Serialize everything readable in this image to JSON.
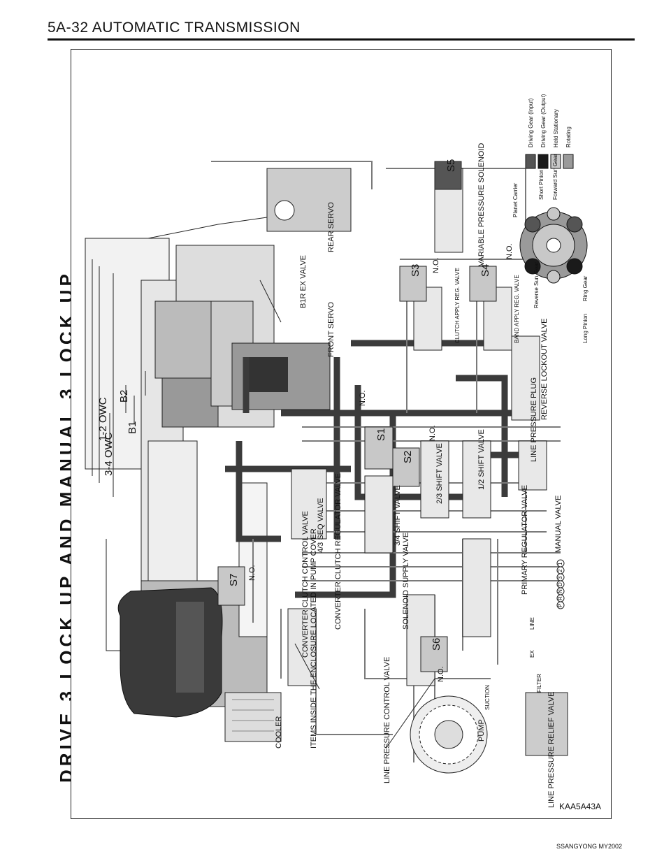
{
  "page": {
    "header": "5A-32  AUTOMATIC TRANSMISSION",
    "vertical_title": "DRIVE 3 LOCK UP AND MANUAL 3 LOCK UP",
    "figure_code": "KAA5A43A",
    "footer": "SSANGYONG MY2002"
  },
  "clutch_labels": {
    "owc34": "3-4 OWC",
    "b1": "B1",
    "owc12": "1-2 OWC",
    "b2": "B2"
  },
  "servos": {
    "rear": "REAR SERVO",
    "front": "FRONT SERVO",
    "b1r_ex": "B1R EX VALVE",
    "b1": "B1",
    "b2": "B2"
  },
  "solenoids": {
    "s1": "S1",
    "s2": "S2",
    "s3": "S3",
    "s4": "S4",
    "s5": "S5",
    "s6": "S6",
    "s7": "S7",
    "no": "N.O."
  },
  "valves": {
    "seq43": "4/3 SEQ VALVE",
    "shift34": "3/4 SHIFT VALVE",
    "shift23": "2/3 SHIFT VALVE",
    "shift12": "1/2 SHIFT VALVE",
    "clutch_apply_reg": "CLUTCH APPLY REG. VALVE",
    "band_apply_reg": "BAND APPLY REG. VALVE",
    "reverse_lockout": "REVERSE LOCKOUT VALVE",
    "variable_pressure": "VARIABLE PRESSURE SOLENOID",
    "line_pressure_plug": "LINE PRESSURE PLUG",
    "manual": "MANUAL VALVE",
    "primary_reg": "PRIMARY REGULATOR VALVE",
    "solenoid_supply": "SOLENOID SUPPLY VALVE",
    "cc_reg": "CONVERTER CLUTCH REGULATOR VALVE",
    "cc_control": "CONVERTER CLUTCH CONTROL VALVE",
    "line_pressure_control": "LINE PRESSURE CONTROL VALVE",
    "line_relief": "LINE PRESSURE RELIEF VALVE",
    "items_inside": "ITEMS INSIDE THE ENCLOSURE LOCATED IN PUMP COVER"
  },
  "misc": {
    "cooler": "COOLER",
    "pump": "PUMP",
    "suction": "SUCTION",
    "filter": "FILTER",
    "line": "LINE",
    "ex": "EX",
    "gear_positions": [
      "P",
      "R",
      "N",
      "D",
      "3",
      "2",
      "1"
    ]
  },
  "gear_legend": {
    "items": [
      "Driving Gear (Input)",
      "Driving Gear (Output)",
      "Held Stationary",
      "Rotating"
    ],
    "colors": [
      "#555555",
      "#1a1a1a",
      "#c8c8c8",
      "#9a9a9a"
    ],
    "parts": [
      "Planet Carrier",
      "Short Pinion",
      "Forward Sun Gear",
      "Ring Gear",
      "Long Pinion",
      "Reverse Sun Gear"
    ]
  }
}
